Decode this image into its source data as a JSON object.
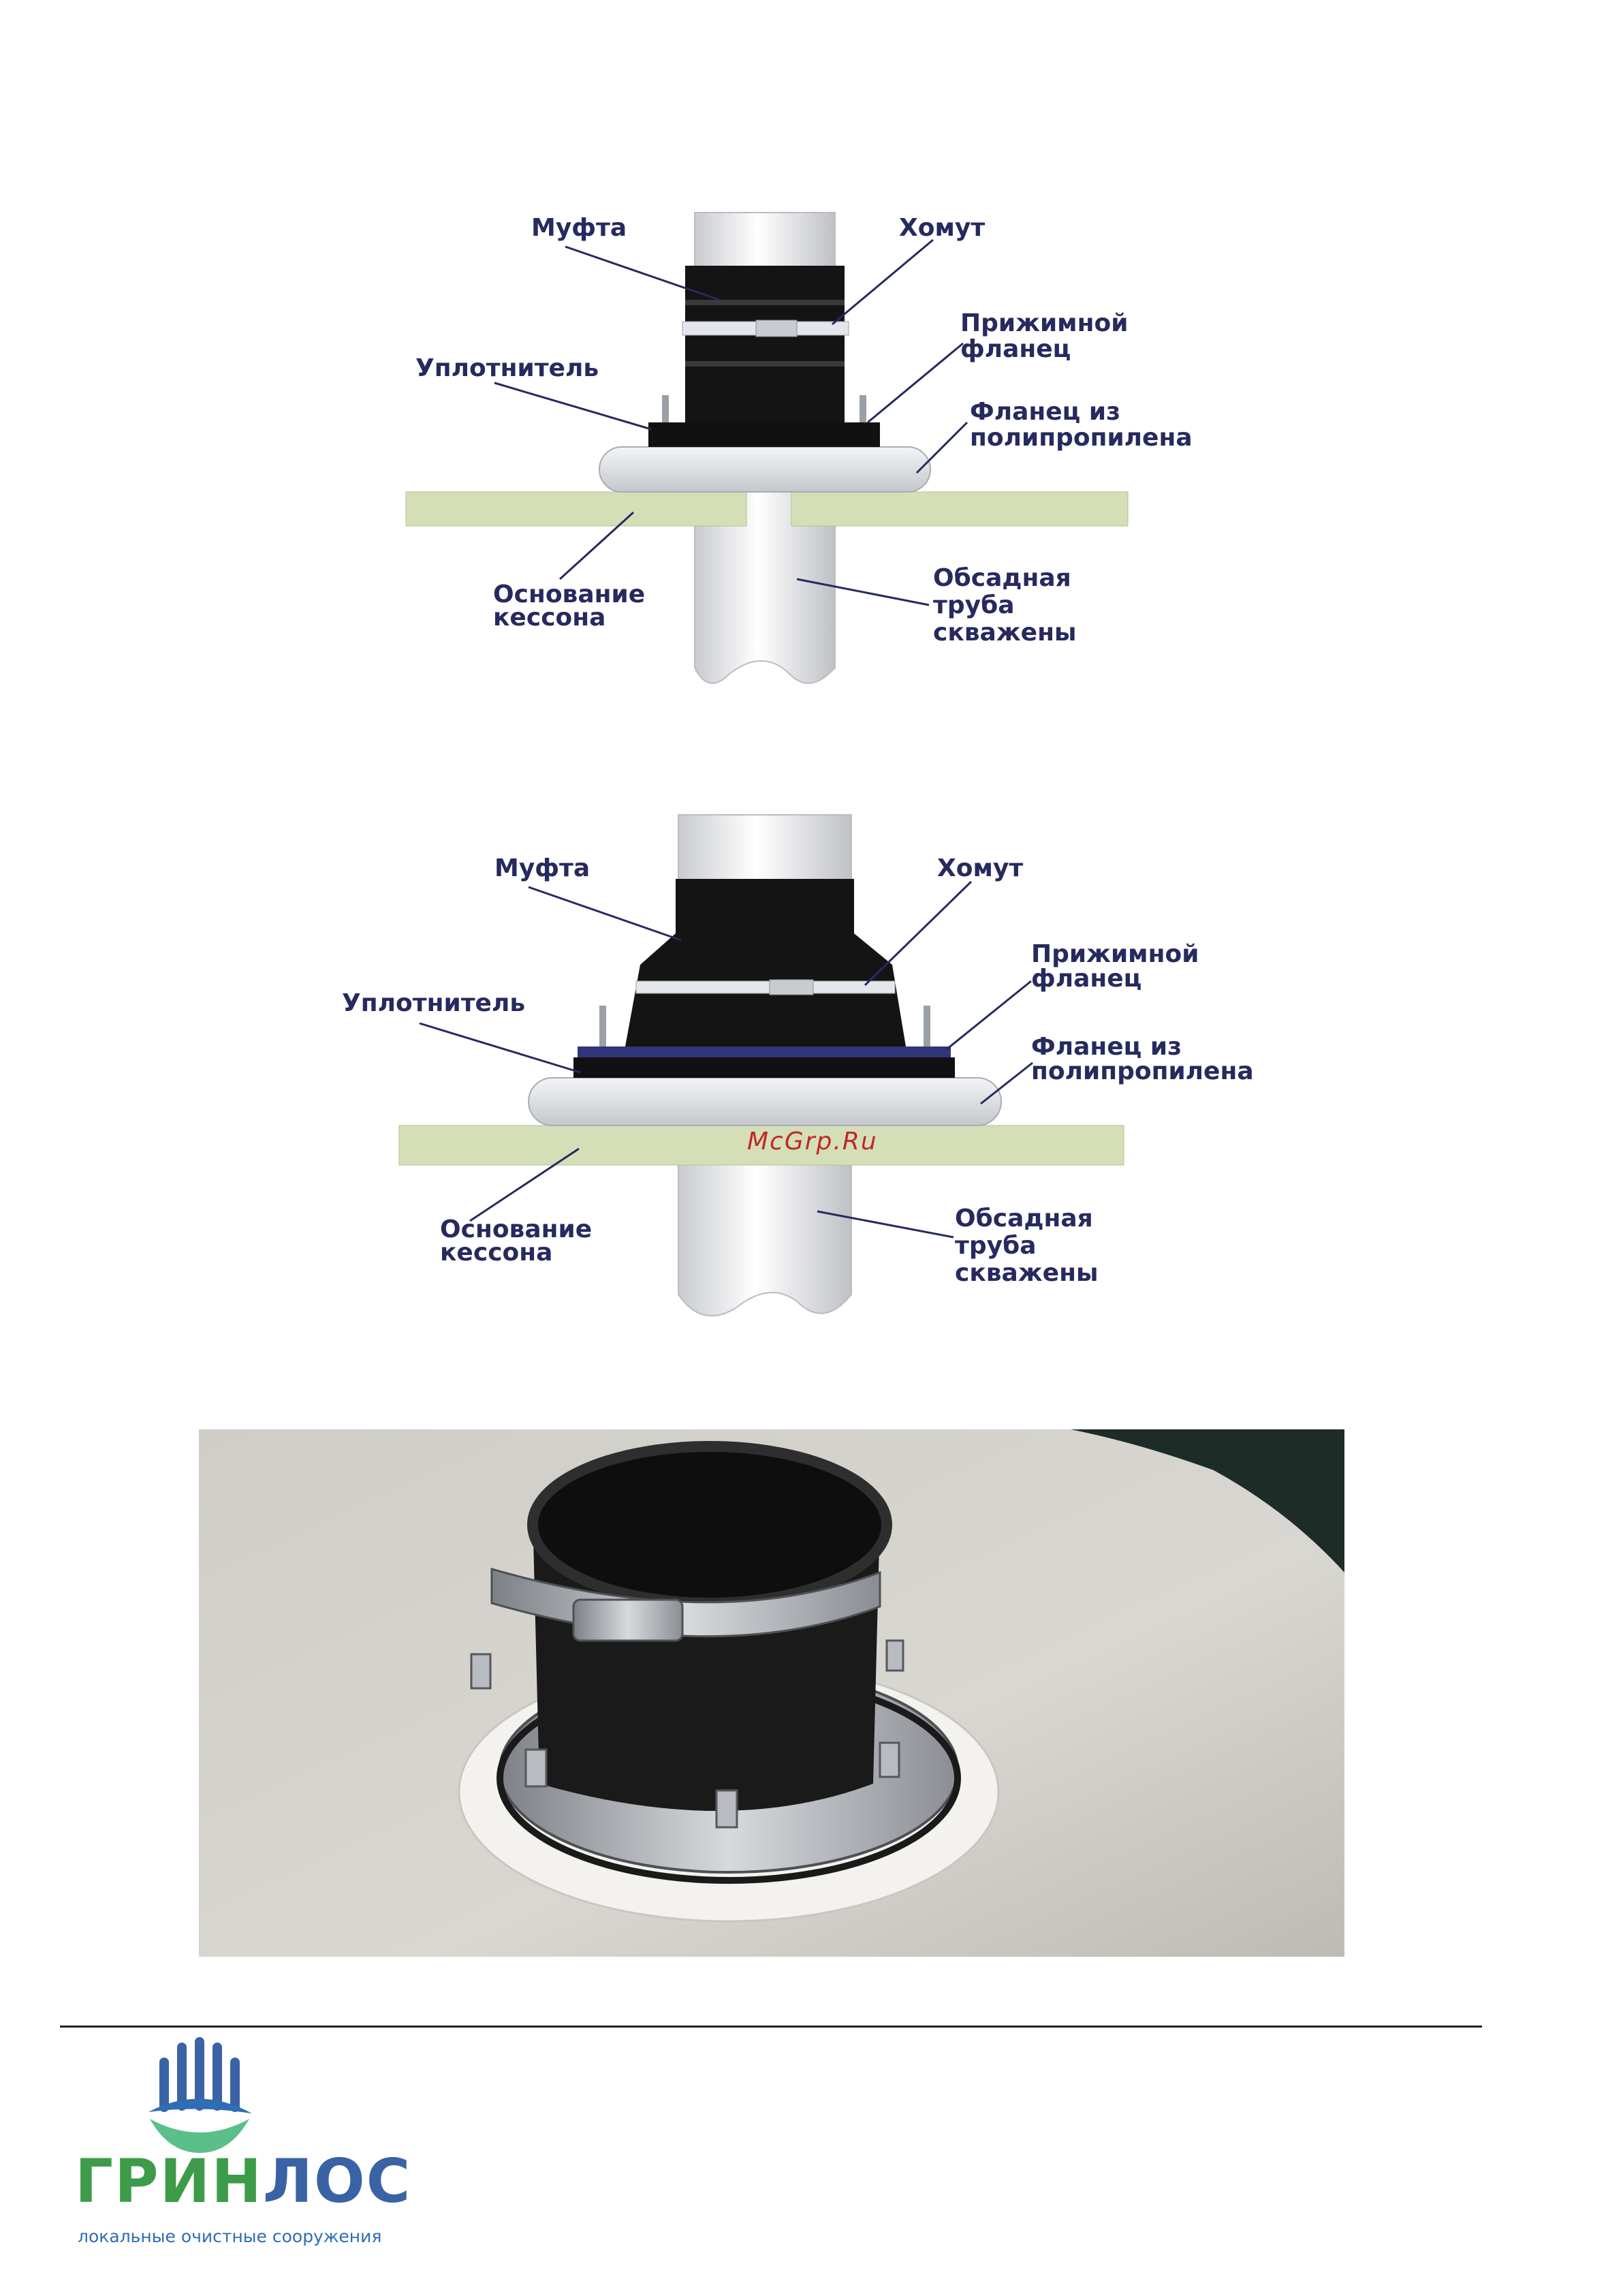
{
  "diagram1": {
    "labels": {
      "coupling": "Муфта",
      "clamp": "Хомут",
      "pressure_flange": [
        "Прижимной",
        "фланец"
      ],
      "sealant": "Уплотнитель",
      "pp_flange": [
        "Фланец из",
        "полипропилена"
      ],
      "caisson_base": [
        "Основание",
        "кессона"
      ],
      "casing_pipe": [
        "Обсадная",
        "труба",
        "скважены"
      ]
    }
  },
  "diagram2": {
    "labels": {
      "coupling": "Муфта",
      "clamp": "Хомут",
      "pressure_flange": [
        "Прижимной",
        "фланец"
      ],
      "sealant": "Уплотнитель",
      "pp_flange": [
        "Фланец из",
        "полипропилена"
      ],
      "caisson_base": [
        "Основание",
        "кессона"
      ],
      "casing_pipe": [
        "Обсадная",
        "труба",
        "скважены"
      ]
    }
  },
  "watermark": "McGrp.Ru",
  "footer": {
    "brand_green": "ГРИН",
    "brand_blue": "ЛОС",
    "tagline": "локальные очистные сооружения"
  },
  "colors": {
    "label_text": "#262a5e",
    "caisson_base": "#d4dfb8",
    "brand_green": "#3d9b4a",
    "brand_blue": "#3a63a5"
  }
}
